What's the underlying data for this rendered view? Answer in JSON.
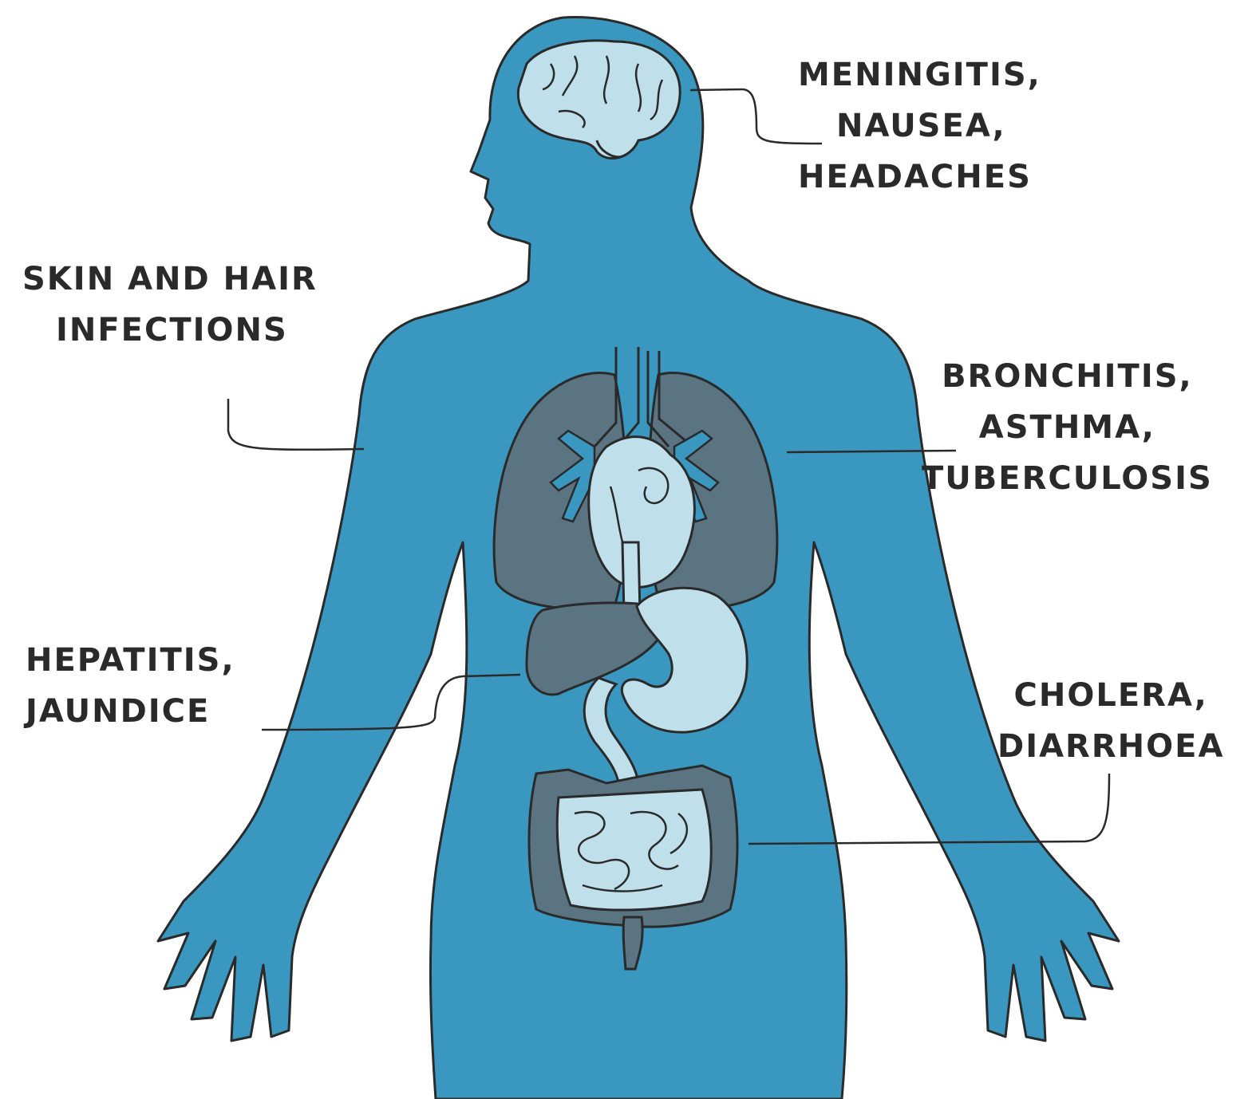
{
  "colors": {
    "body": "#3a98c0",
    "organ_light": "#bfe0ea",
    "organ_dark": "#5a7482",
    "outline": "#2a2a2a",
    "text": "#2a2a2a"
  },
  "labels": {
    "brain": [
      "MENINGITIS,",
      "NAUSEA,",
      "HEADACHES"
    ],
    "skin": [
      "SKIN AND HAIR",
      "INFECTIONS"
    ],
    "lungs": [
      "BRONCHITIS,",
      "ASTHMA,",
      "TUBERCULOSIS"
    ],
    "liver": [
      "HEPATITIS,",
      "JAUNDICE"
    ],
    "gut": [
      "CHOLERA,",
      "DIARRHOEA"
    ]
  }
}
